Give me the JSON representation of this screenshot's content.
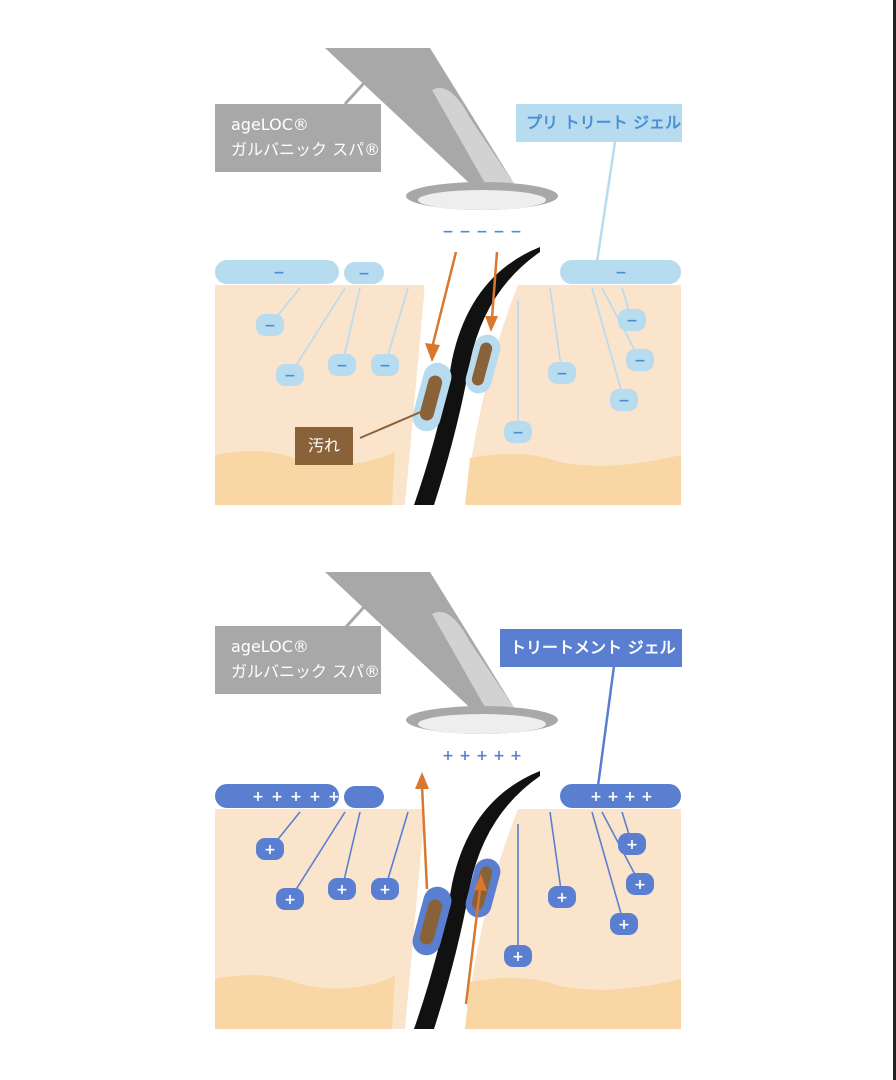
{
  "panels": [
    {
      "device_label": [
        "ageLOC®",
        "ガルバニック スパ®"
      ],
      "gel_label": "プリ トリート ジェル",
      "dirt_label": "汚れ",
      "charge": "−",
      "charge_color": "#4a8fd6",
      "ion_fill": "#b7dbef",
      "gel_color": "#b7dbef"
    },
    {
      "device_label": [
        "ageLOC®",
        "ガルバニック スパ®"
      ],
      "gel_label": "トリートメント ジェル",
      "charge": "+",
      "charge_color": "#ffffff",
      "ion_fill": "#5b7fd0",
      "gel_color": "#5b7fd0"
    }
  ],
  "colors": {
    "skin": "#fbe4cc",
    "skin_deep": "#f9d7a4",
    "hair": "#111111",
    "arrow": "#d9772e",
    "dirt": "#8a6239",
    "device": "#a8a8a8"
  }
}
